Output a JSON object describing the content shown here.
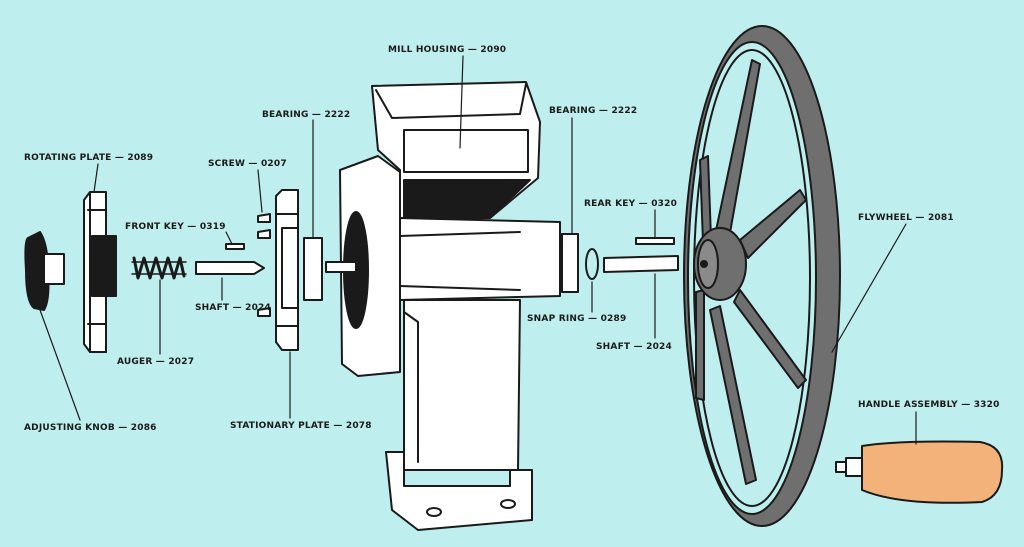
{
  "colors": {
    "background": "#bfeeef",
    "ink": "#1a1a1a",
    "part_fill": "#ffffff",
    "metal": "#6f6f6f",
    "wood": "#f2b27a"
  },
  "labels": {
    "mill_housing": "MILL HOUSING — 2090",
    "bearing_left": "BEARING — 2222",
    "bearing_right": "BEARING — 2222",
    "rotating_plate": "ROTATING PLATE — 2089",
    "screw": "SCREW — 0207",
    "front_key": "FRONT KEY — 0319",
    "rear_key": "REAR KEY — 0320",
    "flywheel": "FLYWHEEL — 2081",
    "shaft_front": "SHAFT — 2024",
    "snap_ring": "SNAP RING — 0289",
    "shaft_rear": "SHAFT — 2024",
    "auger": "AUGER — 2027",
    "adjusting_knob": "ADJUSTING KNOB — 2086",
    "stationary_plate": "STATIONARY PLATE — 2078",
    "handle_assembly": "HANDLE ASSEMBLY — 3320"
  }
}
